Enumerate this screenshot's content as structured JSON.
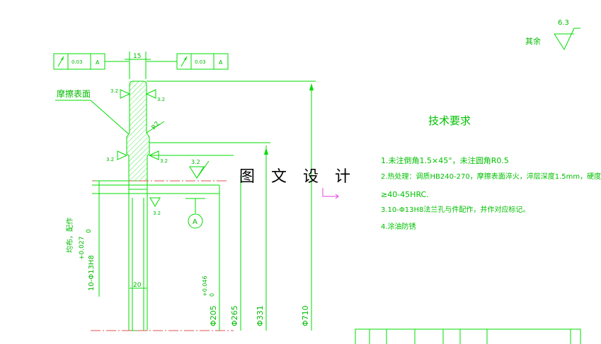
{
  "watermark": "图 文 设 计",
  "surface_note": {
    "label": "其余",
    "value": "6.3"
  },
  "tolerance_frames": [
    {
      "value": "0.03",
      "datum": "A"
    },
    {
      "value": "0.03",
      "datum": "A"
    }
  ],
  "technical_requirements": {
    "title": "技术要求",
    "items": [
      "1.未注倒角1.5×45°，未注圆角R0.5",
      "2.热处理：调质HB240-270，摩擦表面淬火，淬层深度1.5mm，硬度",
      "≥40-45HRC.",
      "3.10-Φ13H8法兰孔与件配作，并作对应标记。",
      "4.涂油防锈"
    ]
  },
  "labels": {
    "friction_surface": "摩擦表面",
    "dim_15": "15",
    "dim_20": "20",
    "radius": "R2",
    "roughness": "3.2",
    "datum_a": "A",
    "holes": "10-Φ13H8",
    "holes_note": "均布，配作",
    "tol_plus": "+0.027",
    "tol_zero": "0",
    "dia_205": "Φ205",
    "dia_205_tol_upper": "+0.046",
    "dia_205_tol_lower": "0",
    "dia_265": "Φ265",
    "dia_331": "Φ331",
    "dia_710": "Φ710"
  },
  "colors": {
    "line": "#00dd00",
    "text": "#00bb00",
    "watermark": "#000000",
    "arrow": "#e040e0"
  }
}
